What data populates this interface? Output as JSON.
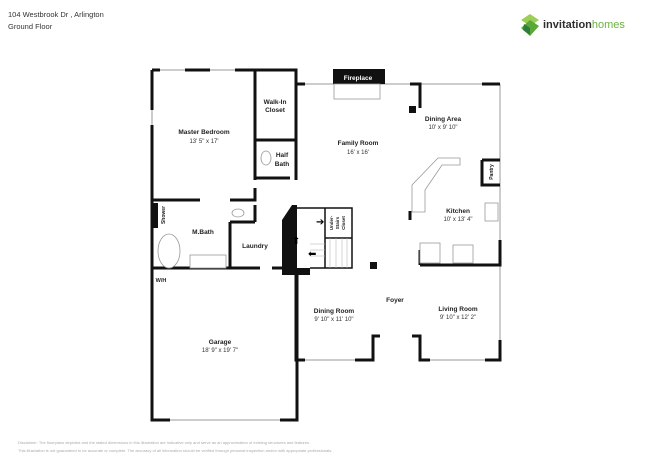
{
  "header": {
    "address": "104 Westbrook Dr , Arlington",
    "floor": "Ground Floor"
  },
  "logo": {
    "word1": "invitation",
    "word2": "homes",
    "brand_color": "#6ab23e"
  },
  "rooms": {
    "master_bedroom": {
      "name": "Master Bedroom",
      "dims": "13' 5\" x 17'"
    },
    "walk_in_closet": {
      "name1": "Walk-In",
      "name2": "Closet"
    },
    "half_bath": {
      "name1": "Half",
      "name2": "Bath"
    },
    "family_room": {
      "name": "Family Room",
      "dims": "16' x 16'"
    },
    "fireplace": {
      "name": "Fireplace"
    },
    "dining_area": {
      "name": "Dining Area",
      "dims": "10' x 9' 10\""
    },
    "pantry": {
      "name": "Pantry"
    },
    "kitchen": {
      "name": "Kitchen",
      "dims": "10' x 13' 4\""
    },
    "shower": {
      "name": "Shower"
    },
    "m_bath": {
      "name": "M.Bath"
    },
    "laundry": {
      "name": "Laundry"
    },
    "under_stairs_closet": {
      "name1": "Under-",
      "name2": "Stairs",
      "name3": "Closet"
    },
    "wh": {
      "name": "W/H"
    },
    "garage": {
      "name": "Garage",
      "dims": "18' 9\" x 19' 7\""
    },
    "dining_room": {
      "name": "Dining Room",
      "dims": "9' 10\" x 11' 10\""
    },
    "foyer": {
      "name": "Foyer"
    },
    "living_room": {
      "name": "Living Room",
      "dims": "9' 10\" x 12' 2\""
    }
  },
  "disclaimer": {
    "line1": "Disclaimer: The floorplans depicted and the stated dimensions in this illustration are indicative only and serve as an approximation of existing structures and features.",
    "line2": "This illustration is not guaranteed to be accurate or complete. The accuracy of all information should be verified through personal inspection and/or with appropriate professionals."
  }
}
